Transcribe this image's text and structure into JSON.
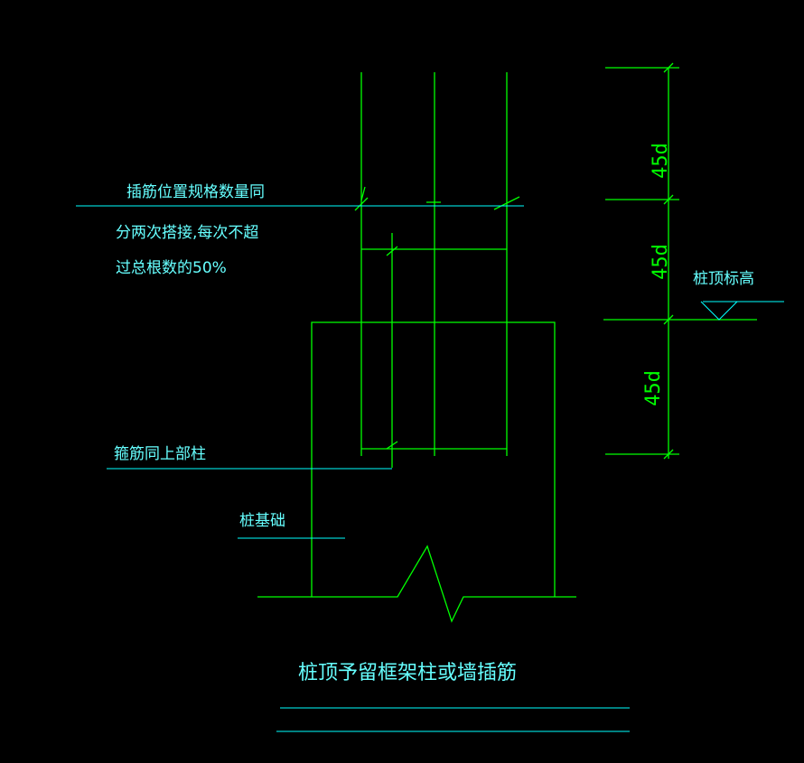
{
  "colors": {
    "structure": "#00ff00",
    "annotation": "#00ffff",
    "background": "#000000"
  },
  "labels": {
    "dowel_note_1": "插筋位置规格数量同",
    "dowel_note_2": "分两次搭接,每次不超",
    "dowel_note_3": "过总根数的50%",
    "stirrup_note": "箍筋同上部柱",
    "pile_foundation": "桩基础",
    "pile_top_elevation": "桩顶标高",
    "title": "桩顶予留框架柱或墙插筋"
  },
  "dimensions": [
    "45d",
    "45d",
    "45d"
  ]
}
